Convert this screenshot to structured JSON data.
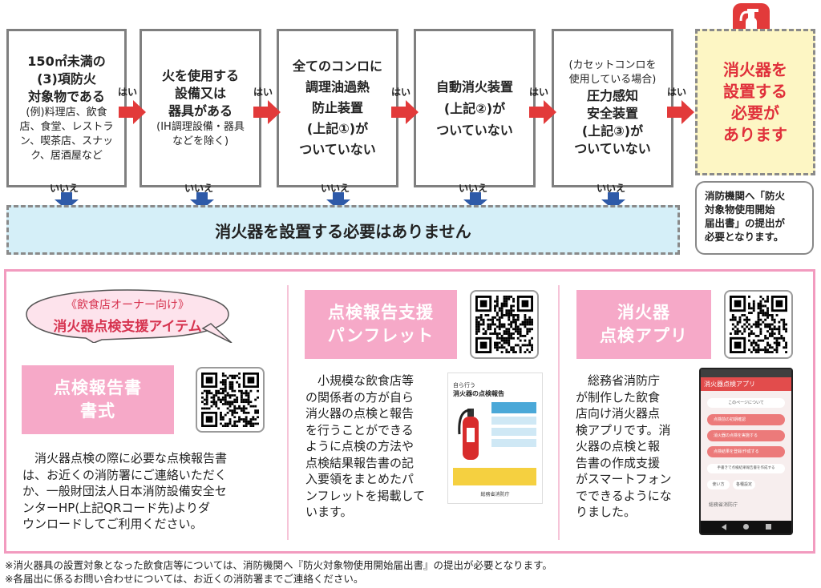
{
  "flow": {
    "box1": {
      "line1": "150㎡未満の",
      "line2": "(3)項防火",
      "line3": "対象物である",
      "line4": "(例)料理店、飲食",
      "line5": "店、食堂、レストラ",
      "line6": "ン、喫茶店、スナッ",
      "line7": "ク、居酒屋など"
    },
    "box2": {
      "line1": "火を使用する",
      "line2": "設備又は",
      "line3": "器具がある",
      "line4": "(IH調理設備・器具",
      "line5": "などを除く)"
    },
    "box3": {
      "line1": "全てのコンロに",
      "line2": "調理油過熱",
      "line3": "防止装置",
      "line4": "(上記①)が",
      "line5": "ついていない"
    },
    "box4": {
      "line1": "自動消火装置",
      "line2": "(上記②)が",
      "line3": "ついていない"
    },
    "box5": {
      "line1": "(カセットコンロを",
      "line2": "使用している場合)",
      "line3": "圧力感知",
      "line4": "安全装置",
      "line5": "(上記③)が",
      "line6": "ついていない"
    },
    "yes_label": "はい",
    "no_label": "いいえ",
    "result": {
      "line1": "消火器を",
      "line2": "設置する",
      "line3": "必要が",
      "line4": "あります"
    },
    "note": {
      "line1": "消防機関へ「防火",
      "line2": "対象物使用開始",
      "line3": "届出書」の提出が",
      "line4": "必要となります。"
    },
    "no_result": "消火器を設置する必要はありません"
  },
  "items": {
    "bubble": {
      "line1": "《飲食店オーナー向け》",
      "line2": "消火器点検支援アイテム"
    },
    "form": {
      "title1": "点検報告書",
      "title2": "書式",
      "desc": [
        "消火器点検の際に必要な点検報告書",
        "は、お近くの消防署にご連絡いただく",
        "か、一般財団法人日本消防設備安全セ",
        "ンターHP(上記QRコード先)よりダ",
        "ウンロードしてご利用ください。"
      ]
    },
    "pamphlet": {
      "title1": "点検報告支援",
      "title2": "パンフレット",
      "desc": [
        "小規模な飲食店等",
        "の関係者の方が自ら",
        "消火器の点検と報告",
        "を行うことができる",
        "ように点検の方法や",
        "点検結果報告書の記",
        "入要領をまとめたパ",
        "ンフレットを掲載して",
        "います。"
      ],
      "cover_small": "自ら行う",
      "cover_title": "消火器の点検報告",
      "cover_footer": "総務省消防庁"
    },
    "app": {
      "title1": "消火器",
      "title2": "点検アプリ",
      "desc": [
        "総務省消防庁",
        "が制作した飲食",
        "店向け消火器点",
        "検アプリです。消",
        "火器の点検と報",
        "告書の作成支援",
        "がスマートフォン",
        "でできるようにな",
        "りました。"
      ],
      "screen_title": "消火器点検アプリ",
      "screen_buttons": [
        "このページについて",
        "点検前の初期確認",
        "消火器の点検を実施する",
        "点検結果を登録/作成する",
        "手書きで点検結果報告書を作成する"
      ],
      "screen_small": [
        "使い方",
        "各種設定"
      ],
      "screen_footer": "総務省消防庁"
    }
  },
  "footer": [
    "※消火器具の設置対象となった飲食店等については、消防機関へ『防火対象物使用開始届出書』の提出が必要となります。",
    "※各届出に係るお問い合わせについては、お近くの消防署までご連絡ください。"
  ],
  "colors": {
    "arrow_red": "#e23a3a",
    "arrow_blue": "#2e5aa8",
    "result_bg": "#fdf6c4",
    "result_text": "#e0303b",
    "no_bar_bg": "#d5eff8",
    "pink": "#f6a9c8",
    "panel_border": "#f29bbf"
  }
}
